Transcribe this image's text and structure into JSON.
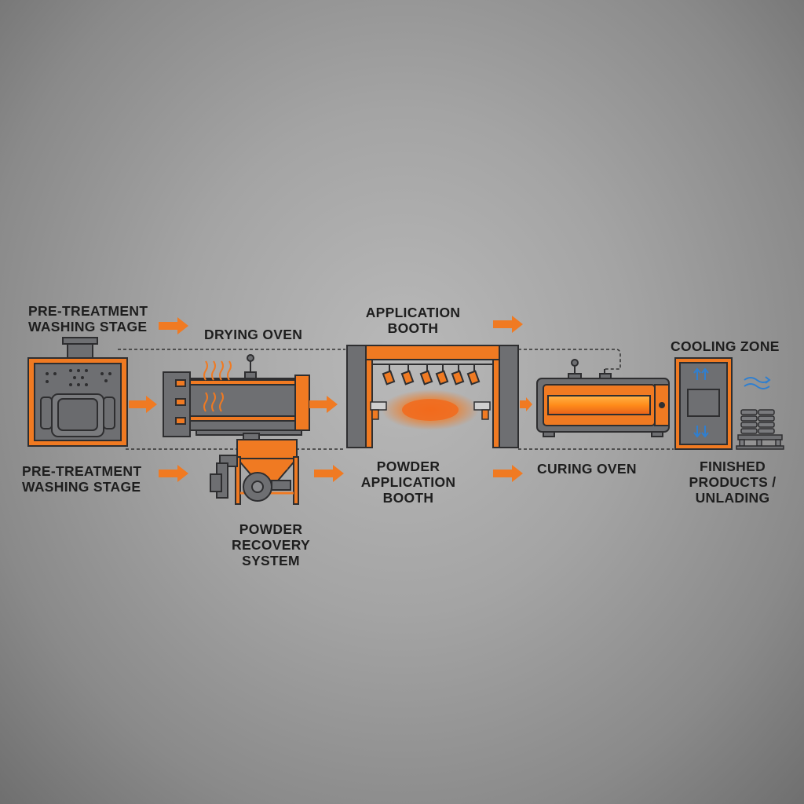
{
  "colors": {
    "accent_orange": "#f07a22",
    "machine_gray": "#6e6f72",
    "outline": "#2e2e30",
    "label_text": "#1e1e1e",
    "cooling_blue": "#2f7fd0"
  },
  "labels": {
    "pretreatment_top": [
      "PRE-TREATMENT",
      "WASHING STAGE"
    ],
    "drying_oven": "DRYING OVEN",
    "application_booth": [
      "APPLICATION",
      "BOOTH"
    ],
    "cooling_zone": "COOLING ZONE",
    "pretreatment_bottom": [
      "PRE-TREATMENT",
      "WASHING STAGE"
    ],
    "powder_recovery": [
      "POWDER",
      "RECOVERY",
      "SYSTEM"
    ],
    "powder_application_booth": [
      "POWDER",
      "APPLICATION",
      "BOOTH"
    ],
    "curing_oven": "CURING OVEN",
    "finished_products": [
      "FINISHED",
      "PRODUCTS /",
      "UNLADING"
    ]
  },
  "icons": [
    "washer-machine-icon",
    "drying-oven-icon",
    "heat-waves-icon",
    "recovery-hopper-icon",
    "application-booth-icon",
    "spray-gun-icon",
    "powder-cloud-icon",
    "curing-oven-icon",
    "cooling-unit-icon",
    "airflow-icon",
    "pallet-stack-icon",
    "process-arrow-icon"
  ]
}
